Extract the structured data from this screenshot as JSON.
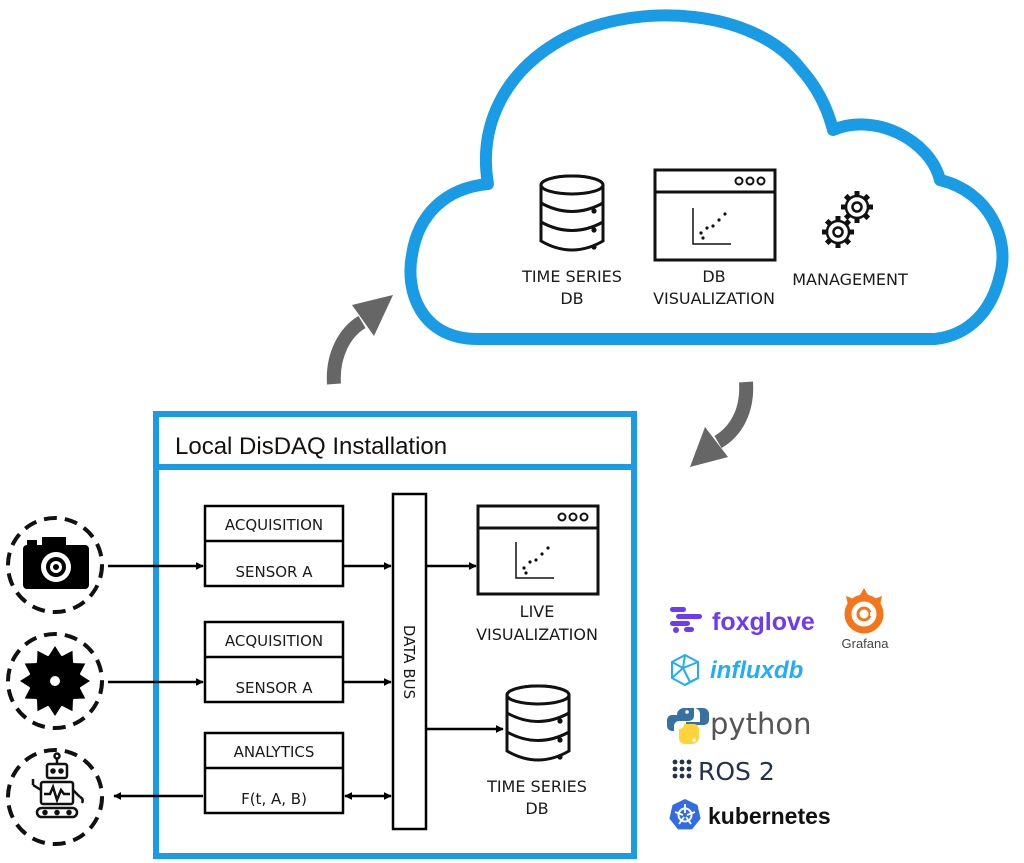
{
  "cloud": {
    "time_series_db_line1": "TIME SERIES",
    "time_series_db_line2": "DB",
    "db_visualization_line1": "DB",
    "db_visualization_line2": "VISUALIZATION",
    "management": "MANAGEMENT"
  },
  "local": {
    "title": "Local DisDAQ Installation",
    "blocks": [
      {
        "top": "ACQUISITION",
        "bottom": "SENSOR A"
      },
      {
        "top": "ACQUISITION",
        "bottom": "SENSOR A"
      },
      {
        "top": "ANALYTICS",
        "bottom": "F(t, A, B)"
      }
    ],
    "data_bus": "DATA BUS",
    "live_visualization_line1": "LIVE",
    "live_visualization_line2": "VISUALIZATION",
    "time_series_db_line1": "TIME SERIES",
    "time_series_db_line2": "DB"
  },
  "devices": [
    "camera-icon",
    "saw-blade-icon",
    "robot-icon"
  ],
  "logos": {
    "foxglove": "foxglove",
    "grafana": "Grafana",
    "influxdb": "influxdb",
    "python": "python",
    "ros2": "ROS 2",
    "kubernetes": "kubernetes"
  },
  "colors": {
    "accent_blue": "#1a9be6",
    "arrow_gray": "#666666",
    "foxglove_purple": "#6d3bf5",
    "grafana_orange": "#f5761a",
    "influx_cyan": "#22adf6",
    "python_blue": "#3771a3",
    "python_yellow": "#ffd43b",
    "ros_gray": "#22314e",
    "k8s_blue": "#326ce5"
  }
}
